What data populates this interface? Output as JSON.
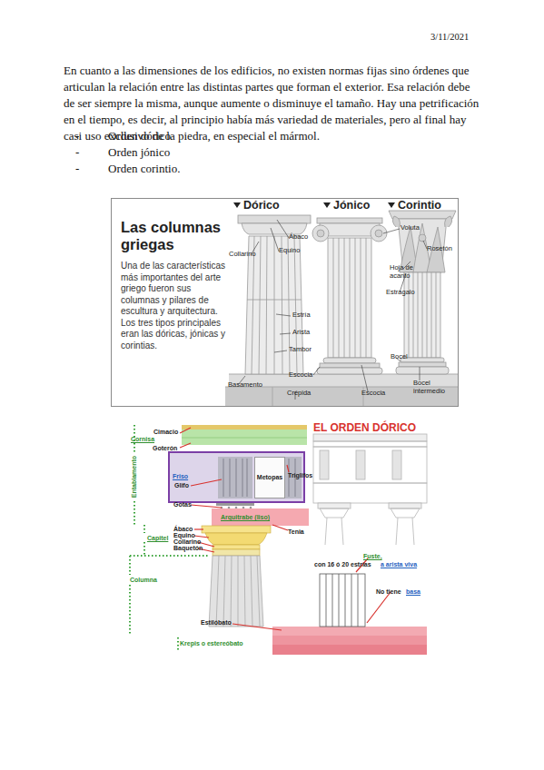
{
  "diagram": {
    "nodes": [
      {
        "text": [
          "Las columnas griegas",
          "Una de las características más importantes del arte griego fueron sus columnas y pilares de escultura y arquitectura. Los tres tipos principales eran las dóricas, jónicas y corintias."
        ]
      },
      {
        "text": [
          "Friso"
        ]
      },
      {
        "text": [
          "Metopas"
        ],
        "in": 1
      },
      {
        "text": [
          "Arquitrabe (liso)"
        ]
      }
    ],
    "labels": [
      "3/11/2021",
      "En cuanto a las dimensiones de los edificios, no existen normas fijas sino órdenes que articulan la relación entre las distintas partes que forman el exterior. Esa relación debe de ser siempre la misma, aunque aumente o disminuye el tamaño. Hay una petrificación en el tiempo, es decir, al principio había más variedad de materiales, pero al final hay casi uso exclusivo de la piedra, en especial el mármol.",
      "-",
      "Orden dórico",
      "-",
      "Orden jónico",
      "-",
      "Orden corintio.",
      "Dórico",
      "Jónico",
      "Corintio",
      "Ábaco",
      "Equino",
      "Collarino",
      "Voluta",
      "Rosetón",
      "Hoja de acanto",
      "Estragalo",
      "Estría",
      "Arista",
      "Tambor",
      "Escocia",
      "Bocel",
      "Basamento",
      "Crépida",
      "Escocia",
      "Bocel intermedio",
      "EL ORDEN DÓRICO",
      "Cimacio",
      "Cornisa",
      "Goterón",
      "Entablamento",
      "Glifo",
      "Gotas",
      "Triglifos",
      "Tenia",
      "Ábaco",
      "Equino",
      "Collarino",
      "Baquetón",
      "Capitel",
      "Columna",
      "Fuste,",
      "con 16 ó 20 estrías",
      "a arista viva",
      "No tiene",
      "basa",
      "Estilóbato",
      "Krepis o estereóbato"
    ]
  }
}
